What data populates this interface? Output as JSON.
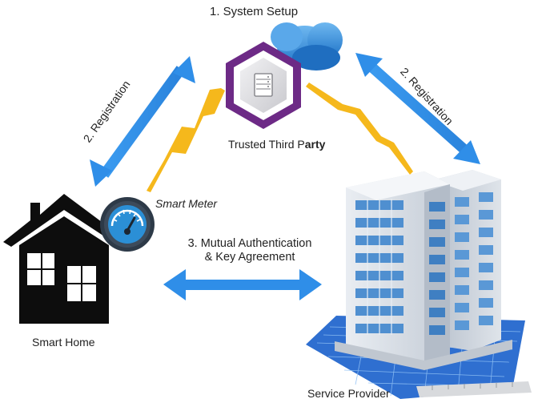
{
  "labels": {
    "system_setup": "1. System Setup",
    "trusted_third_party_main": "Trusted Third P",
    "trusted_third_party_bold": "arty",
    "smart_meter": "Smart Meter",
    "mutual_line1": "3. Mutual Authentication",
    "mutual_line2": "& Key Agreement",
    "registration_left": "2. Registration",
    "registration_right": "2. Registration",
    "smart_home": "Smart Home",
    "service_provider": "Service Provider"
  },
  "colors": {
    "arrow_blue": "#2f8ee8",
    "lightning_yellow": "#f5b81c",
    "hexagon_purple": "#6d2a86",
    "cloud_blue": "#2f86d8",
    "house_black": "#0d0d0d",
    "meter_dark": "#2d3a48",
    "meter_blue": "#2b8fd6",
    "building_window": "#4f8fd0",
    "blueprint_blue": "#2f6fd0"
  },
  "icons": {
    "cloud": "cloud-icon",
    "server": "server-icon",
    "house": "house-icon",
    "meter": "gauge-icon",
    "building": "office-building-icon",
    "blueprint": "blueprint-icon",
    "lightning": "lightning-icon"
  }
}
